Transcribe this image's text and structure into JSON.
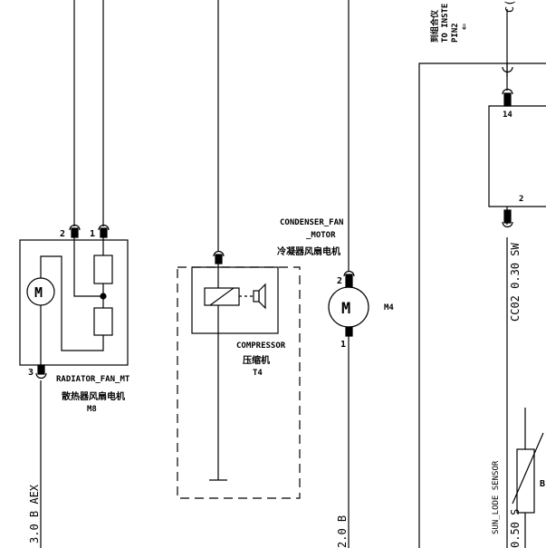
{
  "radiator_fan": {
    "pin2": "2",
    "pin1": "1",
    "pin3": "3",
    "motor_symbol": "M",
    "name": "RADIATOR_FAN_MT",
    "name_cn": "散热器风扇电机",
    "ref": "M8"
  },
  "compressor": {
    "name": "COMPRESSOR",
    "name_cn": "压缩机",
    "ref": "T4"
  },
  "condenser_fan": {
    "name_line1": "CONDENSER_FAN",
    "name_line2": "_MOTOR",
    "name_cn": "冷凝器风扇电机",
    "pin2": "2",
    "pin1": "1",
    "motor_symbol": "M",
    "ref": "M4"
  },
  "instrument_link": {
    "cn_text": "到组合仪",
    "line2": "TO INSTE",
    "line3": "PIN2",
    "arrow": "⇐",
    "top_cut": "C("
  },
  "right_module": {
    "pin14": "14",
    "pin2": "2"
  },
  "wires": {
    "radiator_out": "3.0  B AEX",
    "condenser_out": "2.0  B",
    "cc02": "CC02 0.30 SW",
    "sensor_wire": "0.50  S"
  },
  "sensor": {
    "name": "SUN_LODE SENSOR",
    "ref_cut": "B"
  }
}
